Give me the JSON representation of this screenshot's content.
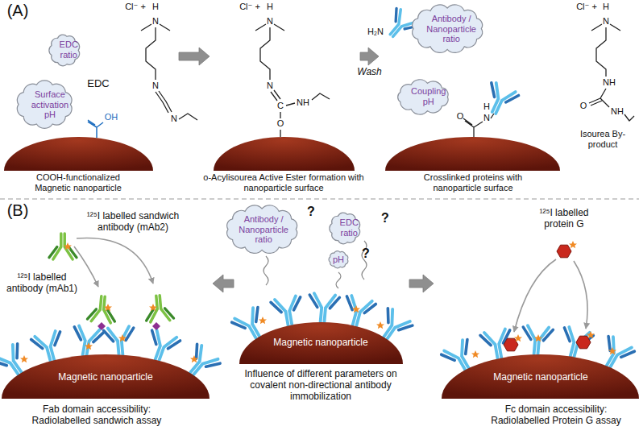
{
  "diagram": {
    "nodes": [
      {
        "text": [
          "EDC ratio"
        ]
      },
      {
        "text": [
          "Surface activation pH"
        ]
      },
      {
        "text": [
          "COOH-functionalized Magnetic nanoparticle"
        ]
      },
      {
        "text": [
          "o-Acylisourea Active Ester formation with nanoparticle surface"
        ]
      },
      {
        "text": [
          "Antibody / Nanoparticle ratio"
        ]
      },
      {
        "text": [
          "Coupling pH"
        ]
      },
      {
        "text": [
          "Crosslinked proteins with nanoparticle surface"
        ]
      },
      {
        "text": [
          "Magnetic nanoparticle"
        ]
      },
      {
        "text": [
          "Antibody / Nanoparticle ratio"
        ]
      },
      {
        "text": [
          "EDC ratio"
        ]
      },
      {
        "text": [
          "pH"
        ]
      },
      {
        "text": [
          "Magnetic nanoparticle"
        ]
      },
      {
        "text": [
          "Magnetic nanoparticle"
        ]
      }
    ],
    "edges": [
      {
        "from": 2,
        "to": 3,
        "arrow": "to"
      },
      {
        "from": 3,
        "to": 6,
        "arrow": "to",
        "label": "Wash"
      },
      {
        "from": 11,
        "to": 7,
        "arrow": "to"
      },
      {
        "from": 11,
        "to": 12,
        "arrow": "to"
      }
    ],
    "labels": [
      "(A)",
      "EDC",
      "Cl⁻ +",
      "H",
      "N",
      "N",
      "N",
      "OH",
      "Cl⁻ +",
      "H",
      "N",
      "N",
      "C",
      "O",
      "NH",
      "H₂N",
      "O",
      "N",
      "H",
      "Cl⁻ +",
      "H",
      "N",
      "NH",
      "O",
      "NH",
      "Isourea By-product",
      "(B)",
      "¹²⁵I labelled sandwich antibody (mAb2)",
      "¹²⁵I labelled antibody (mAb1)",
      "Fab domain accessibility: Radiolabelled sandwich assay",
      "?",
      "?",
      "?",
      "Influence of different parameters on covalent non-directional antibody immobilization",
      "¹²⁵I labelled protein G",
      "Fc domain accessibility: Radiolabelled Protein G assay"
    ]
  }
}
